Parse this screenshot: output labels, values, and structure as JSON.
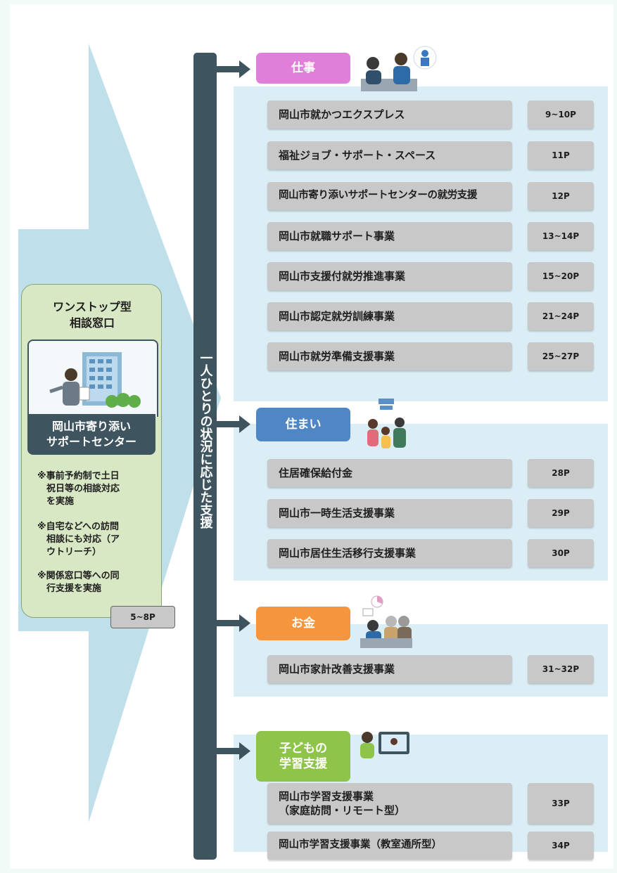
{
  "hub": {
    "title": "ワンストップ型\n相談窓口",
    "name": "岡山市寄り添い\nサポートセンター",
    "notes": [
      "※事前予約制で土日\n　祝日等の相談対応\n　を実施",
      "※自宅などへの訪問\n　相談にも対応（ア\n　ウトリーチ）",
      "※関係窓口等への同\n　行支援を実施"
    ],
    "page": "5~8P"
  },
  "central_label": "一人ひとりの状況に応じた支援",
  "colors": {
    "bar": "#3e5560",
    "section_bg": "#dceef5",
    "chevron": "#bfe0ea",
    "work": "#e07fd9",
    "housing": "#4f86c6",
    "money": "#f5953e",
    "learning": "#8fc44a"
  },
  "sections": [
    {
      "category": "仕事",
      "icon": "job-counseling-illustration",
      "items": [
        {
          "label": "岡山市就かつエクスプレス",
          "page": "9~10P"
        },
        {
          "label": "福祉ジョブ・サポート・スペース",
          "page": "11P"
        },
        {
          "label": "岡山市寄り添いサポートセンターの就労支援",
          "page": "12P"
        },
        {
          "label": "岡山市就職サポート事業",
          "page": "13~14P"
        },
        {
          "label": "岡山市支援付就労推進事業",
          "page": "15~20P"
        },
        {
          "label": "岡山市認定就労訓練事業",
          "page": "21~24P"
        },
        {
          "label": "岡山市就労準備支援事業",
          "page": "25~27P"
        }
      ]
    },
    {
      "category": "住まい",
      "icon": "family-home-illustration",
      "items": [
        {
          "label": "住居確保給付金",
          "page": "28P"
        },
        {
          "label": "岡山市一時生活支援事業",
          "page": "29P"
        },
        {
          "label": "岡山市居住生活移行支援事業",
          "page": "30P"
        }
      ]
    },
    {
      "category": "お金",
      "icon": "finance-counseling-illustration",
      "items": [
        {
          "label": "岡山市家計改善支援事業",
          "page": "31~32P"
        }
      ]
    },
    {
      "category": "子どもの\n学習支援",
      "icon": "remote-learning-illustration",
      "items": [
        {
          "label": "岡山市学習支援事業\n（家庭訪問・リモート型）",
          "page": "33P"
        },
        {
          "label": "岡山市学習支援事業（教室通所型）",
          "page": "34P"
        }
      ]
    }
  ]
}
